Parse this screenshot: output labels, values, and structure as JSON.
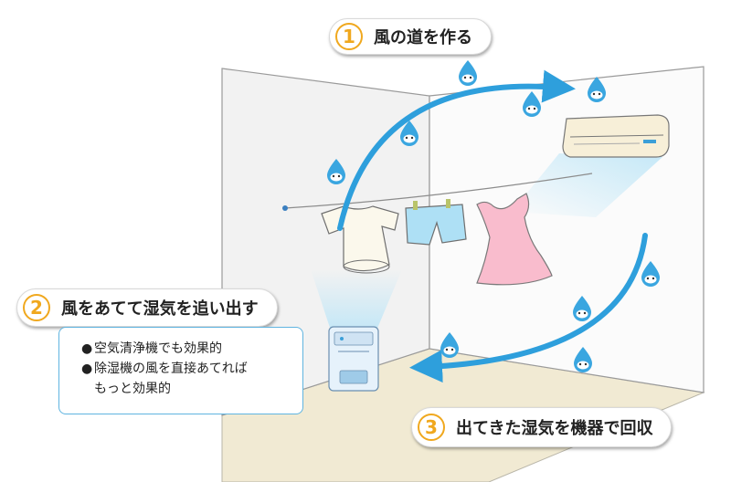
{
  "steps": [
    {
      "number": "1",
      "label": "風の道を作る"
    },
    {
      "number": "2",
      "label": "風をあてて湿気を追い出す"
    },
    {
      "number": "3",
      "label": "出てきた湿気を機器で回収"
    }
  ],
  "note": {
    "bullet": "●",
    "items": [
      "空気清浄機でも効果的",
      "除湿機の風を直接あてれば"
    ],
    "continuation": "もっと効果的"
  },
  "colors": {
    "arrow": "#2e9fdc",
    "accent": "#f0a81e",
    "floor": "#f1ead3",
    "wall": "#f2f2f2",
    "shirt": "#fbf8ec",
    "shorts": "#aee0f5",
    "dress": "#f9bccd",
    "droplet": "#3aa6e0"
  },
  "icons": [
    "droplet-icon",
    "air-conditioner-icon",
    "air-purifier-icon",
    "shirt-icon",
    "shorts-icon",
    "dress-icon",
    "clothesline-icon"
  ]
}
